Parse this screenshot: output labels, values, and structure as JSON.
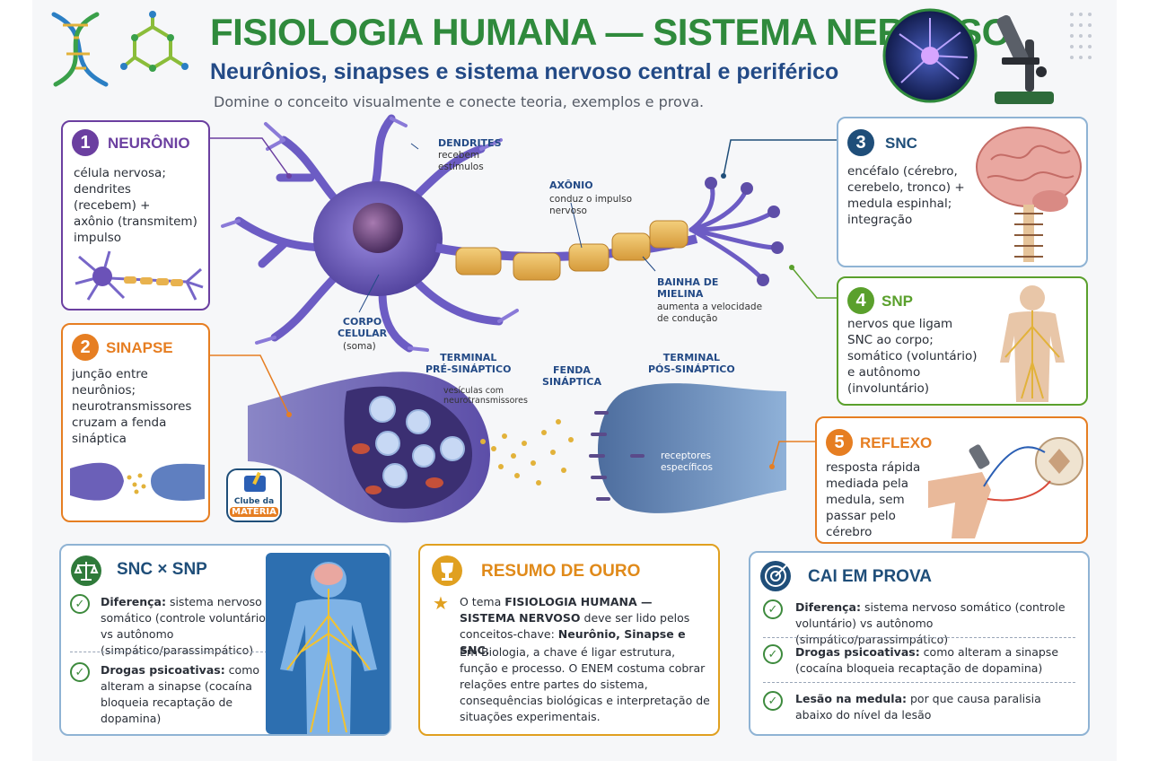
{
  "header": {
    "title": "FISIOLOGIA HUMANA — SISTEMA NERVOSO",
    "subtitle": "Neurônios, sinapses e sistema nervoso central e periférico",
    "tagline": "Domine o conceito visualmente e conecte teoria, exemplos e prova."
  },
  "cards": {
    "neuronio": {
      "number": "1",
      "title": "NEURÔNIO",
      "text": "célula nervosa;\ndendrites\n(recebem) +\naxônio (transmitem)\nimpulso",
      "color": "#6b3fa0"
    },
    "sinapse": {
      "number": "2",
      "title": "SINAPSE",
      "text": "junção entre\nneurônios;\nneurotransmissores\ncruzam a fenda\nsináptica",
      "color": "#e67e22"
    },
    "snc": {
      "number": "3",
      "title": "SNC",
      "text": "encéfalo (cérebro,\ncerebelo, tronco) +\nmedula espinhal;\nintegração",
      "color": "#1f4e79"
    },
    "snp": {
      "number": "4",
      "title": "SNP",
      "text": "nervos que ligam\nSNC ao corpo;\nsomático (voluntário)\ne autônomo\n(involuntário)",
      "color": "#5aa02c"
    },
    "reflexo": {
      "number": "5",
      "title": "REFLEXO",
      "text": "resposta rápida\nmediada pela\nmedula, sem\npassar pelo\ncérebro",
      "color": "#e67e22"
    }
  },
  "neuron_labels": {
    "dendrites_title": "DENDRITES",
    "dendrites_sub": "recebem\nestímulos",
    "axonio_title": "AXÔNIO",
    "axonio_sub": "conduz o impulso\nnervoso",
    "bainha_title": "BAINHA DE\nMIELINA",
    "bainha_sub": "aumenta a velocidade\nde condução",
    "corpo_title": "CORPO\nCELULAR",
    "corpo_sub": "(soma)"
  },
  "synapse_labels": {
    "pre_title": "TERMINAL\nPRÉ-SINÁPTICO",
    "vesiculas": "vesículas com\nneurotransmissores",
    "fenda_title": "FENDA\nSINÁPTICA",
    "pos_title": "TERMINAL\nPÓS-SINÁPTICO",
    "receptores": "receptores\nespecíficos"
  },
  "badge": {
    "line1": "Clube da",
    "line2": "MATÉRIA"
  },
  "snc_snp": {
    "title": "SNC × SNP",
    "items": [
      {
        "label": "Diferença:",
        "text": " sistema nervoso somático (controle voluntário) vs autônomo (simpático/parassimpático)"
      },
      {
        "label": "Drogas psicoativas:",
        "text": " como alteram a sinapse (cocaína bloqueia recaptação de dopamina)"
      }
    ]
  },
  "resumo": {
    "title": "RESUMO DE OURO",
    "p1_a": "O tema ",
    "p1_b": "FISIOLOGIA HUMANA — SISTEMA NERVOSO",
    "p1_c": " deve ser lido pelos conceitos-chave: ",
    "p1_d": "Neurônio, Sinapse e SNC.",
    "p2": "Em Biologia, a chave é ligar estrutura, função e processo. O ENEM costuma cobrar relações entre partes do sistema, consequências biológicas e interpretação de situações experimentais."
  },
  "prova": {
    "title": "CAI EM PROVA",
    "items": [
      {
        "label": "Diferença:",
        "text": " sistema nervoso somático (controle voluntário) vs autônomo (simpático/parassimpático)"
      },
      {
        "label": "Drogas psicoativas:",
        "text": " como alteram a sinapse (cocaína bloqueia recaptação de dopamina)"
      },
      {
        "label": "Lesão na medula:",
        "text": " por que causa paralisia abaixo do nível da lesão"
      }
    ]
  },
  "colors": {
    "green": "#2f8a3c",
    "navy": "#234a86",
    "purple": "#6b3fa0",
    "orange": "#e67e22",
    "gold": "#e0a020"
  }
}
